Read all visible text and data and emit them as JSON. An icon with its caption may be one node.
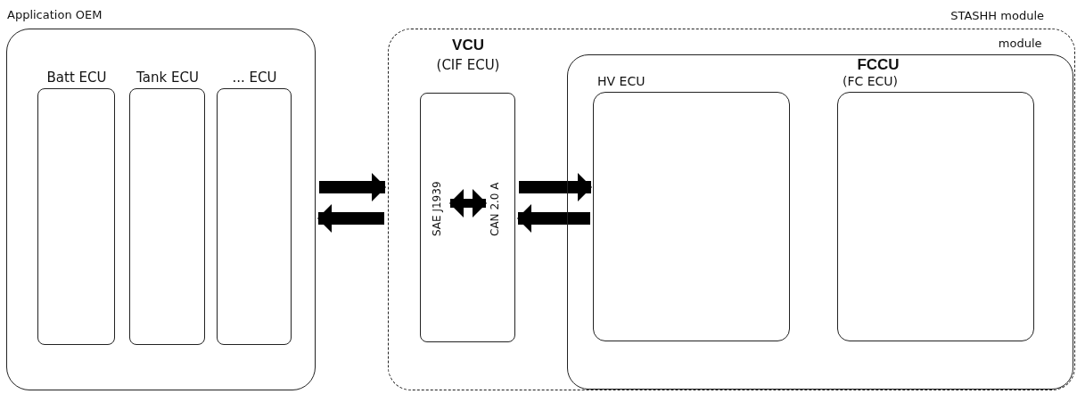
{
  "diagram": {
    "nodes": [
      {
        "text": [
          "Application OEM"
        ]
      },
      {
        "text": [
          "Batt ECU"
        ],
        "in": 0
      },
      {
        "text": [
          "Tank ECU"
        ],
        "in": 0
      },
      {
        "text": [
          "... ECU"
        ],
        "in": 0
      },
      {
        "text": [
          "STASHH module"
        ]
      },
      {
        "text": [
          "VCU",
          "(CIF ECU)"
        ],
        "in": 4
      },
      {
        "text": [
          "SAE J1939"
        ],
        "in": 5
      },
      {
        "text": [
          "CAN 2.0 A"
        ],
        "in": 5
      },
      {
        "text": [
          "module"
        ],
        "in": 4
      },
      {
        "text": [
          "HV ECU"
        ],
        "in": 8
      },
      {
        "text": [
          "FCCU",
          "(FC ECU)"
        ],
        "in": 8
      }
    ],
    "edges": [
      {
        "from": 0,
        "to": 4,
        "arrow": "to"
      },
      {
        "from": 4,
        "to": 0,
        "arrow": "to"
      },
      {
        "from": 6,
        "to": 7,
        "arrow": "both"
      },
      {
        "from": 5,
        "to": 9,
        "arrow": "to"
      },
      {
        "from": 9,
        "to": 5,
        "arrow": "to"
      }
    ]
  }
}
